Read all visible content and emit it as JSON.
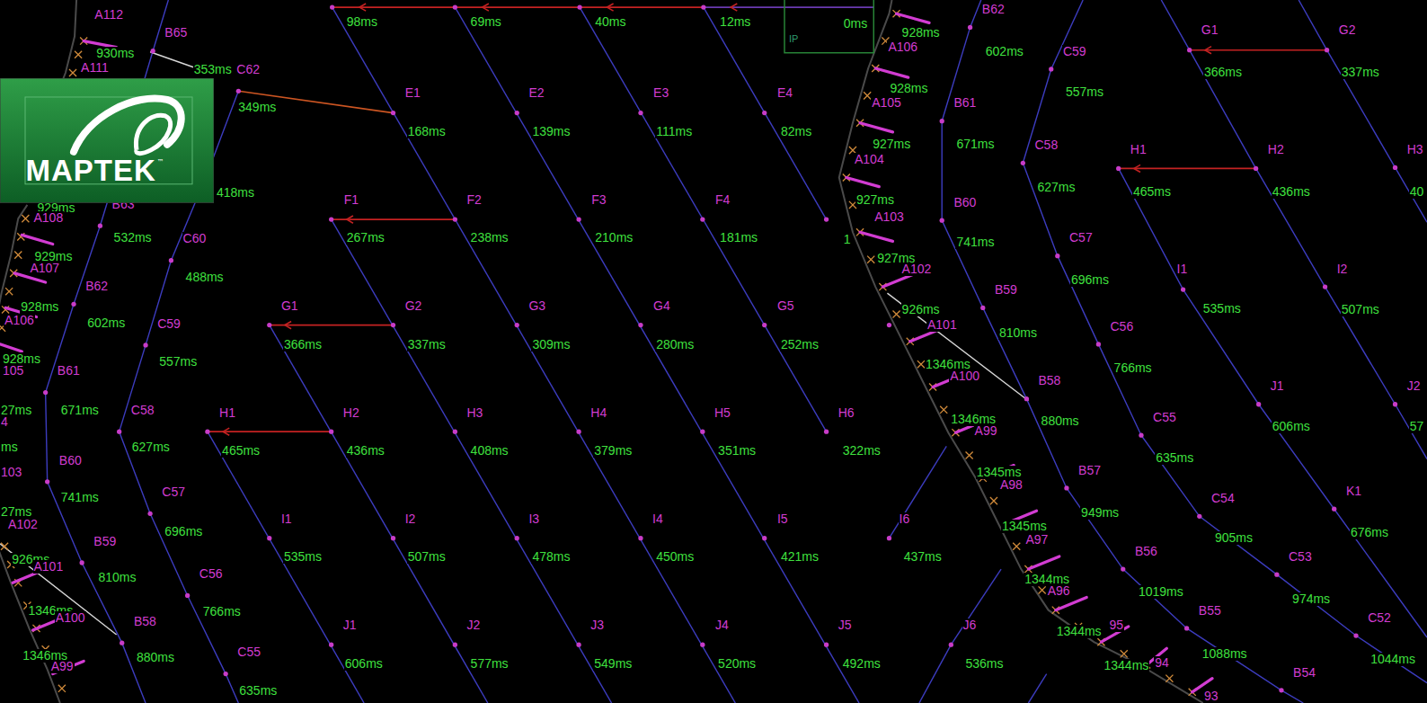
{
  "diagram": {
    "nodes": [
      {
        "text": [
          "MAPTEK",
          "™"
        ]
      }
    ],
    "labels": [
      "98ms",
      "69ms",
      "40ms",
      "12ms",
      "0ms",
      "IP",
      "E1",
      "168ms",
      "E2",
      "139ms",
      "E3",
      "111ms",
      "E4",
      "82ms",
      "F1",
      "267ms",
      "F2",
      "238ms",
      "F3",
      "210ms",
      "F4",
      "181ms",
      "1",
      "G1",
      "366ms",
      "G2",
      "337ms",
      "G3",
      "309ms",
      "G4",
      "280ms",
      "G5",
      "252ms",
      "H1",
      "465ms",
      "H2",
      "436ms",
      "H3",
      "408ms",
      "H4",
      "379ms",
      "H5",
      "351ms",
      "H6",
      "322ms",
      "I1",
      "535ms",
      "I2",
      "507ms",
      "I3",
      "478ms",
      "I4",
      "450ms",
      "I5",
      "421ms",
      "I6",
      "437ms",
      "J1",
      "606ms",
      "J2",
      "577ms",
      "J3",
      "549ms",
      "J4",
      "520ms",
      "J5",
      "492ms",
      "J6",
      "536ms",
      "A112",
      "930ms",
      "A111",
      "B65",
      "353ms",
      "C62",
      "349ms",
      "418ms",
      "929ms",
      "B63",
      "A108",
      "532ms",
      "C60",
      "929ms",
      "A107",
      "488ms",
      "B62",
      "928ms",
      "A106",
      "602ms",
      "C59",
      "557ms",
      "928ms",
      "105",
      "B61",
      "671ms",
      "C58",
      "27ms",
      "4",
      "627ms",
      "ms",
      "B60",
      "103",
      "741ms",
      "C57",
      "27ms",
      "A102",
      "696ms",
      "B59",
      "926ms",
      "A101",
      "810ms",
      "C56",
      "766ms",
      "1346ms",
      "A100",
      "B58",
      "880ms",
      "C55",
      "635ms",
      "1346ms",
      "A99",
      "B62",
      "928ms",
      "A106",
      "602ms",
      "C59",
      "557ms",
      "G1",
      "366ms",
      "G2",
      "337ms",
      "928ms",
      "A105",
      "B61",
      "671ms",
      "C58",
      "627ms",
      "H1",
      "465ms",
      "H2",
      "436ms",
      "H3",
      "40",
      "927ms",
      "A104",
      "927ms",
      "A103",
      "B60",
      "741ms",
      "C57",
      "696ms",
      "927ms",
      "A102",
      "I1",
      "535ms",
      "I2",
      "507ms",
      "B59",
      "810ms",
      "926ms",
      "A101",
      "C56",
      "766ms",
      "1346ms",
      "A100",
      "B58",
      "880ms",
      "J1",
      "606ms",
      "J2",
      "57",
      "C55",
      "635ms",
      "1346ms",
      "A99",
      "B57",
      "949ms",
      "1345ms",
      "A98",
      "C54",
      "905ms",
      "K1",
      "676ms",
      "1345ms",
      "A97",
      "B56",
      "1019ms",
      "C53",
      "974ms",
      "1344ms",
      "A96",
      "B55",
      "1088ms",
      "C52",
      "1044ms",
      "1344ms",
      "95",
      "1344ms",
      "94",
      "B54",
      "93"
    ]
  }
}
